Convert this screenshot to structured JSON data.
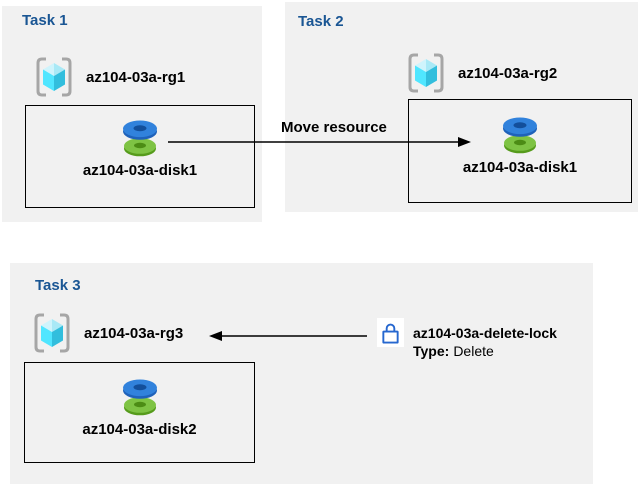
{
  "diagram": {
    "move_arrow_label": "Move resource"
  },
  "task1": {
    "title": "Task 1",
    "resource_group": "az104-03a-rg1",
    "resource": "az104-03a-disk1"
  },
  "task2": {
    "title": "Task 2",
    "resource_group": "az104-03a-rg2",
    "resource": "az104-03a-disk1"
  },
  "task3": {
    "title": "Task 3",
    "resource_group": "az104-03a-rg3",
    "resource": "az104-03a-disk2"
  },
  "lock": {
    "name": "az104-03a-delete-lock",
    "type_label": "Type:",
    "type_value": "Delete"
  },
  "icons": {
    "resource_group": "resource-group-icon",
    "disk": "disk-icon",
    "lock": "lock-icon"
  },
  "colors": {
    "panel_bg": "#F1F1F1",
    "title_blue": "#1A5694",
    "disk_blue": "#3182DC",
    "disk_green": "#7EC344",
    "cube_cyan_left": "#50E6FF",
    "cube_cyan_right": "#32BEDD",
    "bracket_gray": "#A6A6A6",
    "lock_blue": "#2667CF",
    "arrow": "#000000"
  }
}
